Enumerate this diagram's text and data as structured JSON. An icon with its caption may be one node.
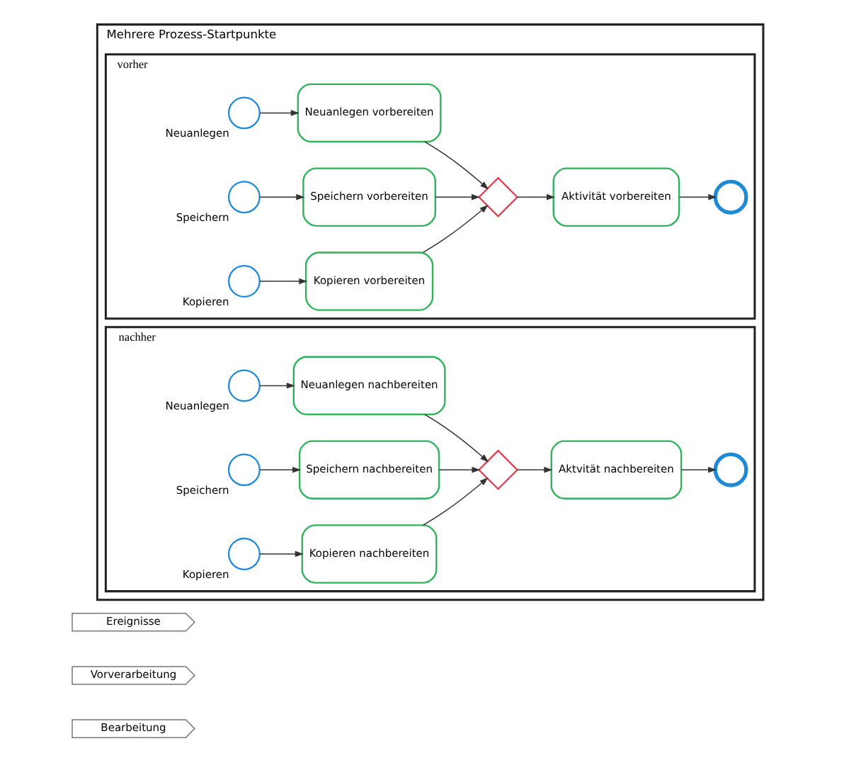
{
  "diagram": {
    "nodes": [
      {
        "text": [
          "Ereignisse"
        ]
      },
      {
        "text": [
          "Vorverarbeitung"
        ]
      },
      {
        "text": [
          "Bearbeitung"
        ]
      },
      {
        "text": [
          "Mehrere Prozess-Startpunkte"
        ]
      },
      {
        "text": [
          "vorher"
        ],
        "in": 3
      },
      {
        "text": [],
        "shape": "circle",
        "beside": [
          "Neuanlegen"
        ],
        "in": 4
      },
      {
        "text": [
          "Neuanlegen vorbereiten"
        ],
        "in": 4
      },
      {
        "text": [],
        "shape": "circle",
        "beside": [
          "Speichern"
        ],
        "in": 4
      },
      {
        "text": [
          "Speichern vorbereiten"
        ],
        "in": 4
      },
      {
        "text": [],
        "shape": "circle",
        "beside": [
          "Kopieren"
        ],
        "in": 4
      },
      {
        "text": [
          "Kopieren vorbereiten"
        ],
        "in": 4
      },
      {
        "text": [],
        "shape": "diamond",
        "in": 4
      },
      {
        "text": [
          "Aktivität vorbereiten"
        ],
        "in": 4
      },
      {
        "text": [],
        "shape": "circle",
        "in": 4
      },
      {
        "text": [
          "nachher"
        ],
        "in": 3
      },
      {
        "text": [],
        "shape": "circle",
        "beside": [
          "Neuanlegen"
        ],
        "in": 14
      },
      {
        "text": [
          "Neuanlegen nachbereiten"
        ],
        "in": 14
      },
      {
        "text": [],
        "shape": "circle",
        "beside": [
          "Speichern"
        ],
        "in": 14
      },
      {
        "text": [
          "Speichern nachbereiten"
        ],
        "in": 14
      },
      {
        "text": [],
        "shape": "circle",
        "beside": [
          "Kopieren"
        ],
        "in": 14
      },
      {
        "text": [
          "Kopieren nachbereiten"
        ],
        "in": 14
      },
      {
        "text": [],
        "shape": "diamond",
        "in": 14
      },
      {
        "text": [
          "Aktvität nachbereiten"
        ],
        "in": 14
      },
      {
        "text": [],
        "shape": "circle",
        "in": 14
      }
    ],
    "edges": [
      {
        "from": 5,
        "to": 6,
        "arrow": "to"
      },
      {
        "from": 7,
        "to": 8,
        "arrow": "to"
      },
      {
        "from": 9,
        "to": 10,
        "arrow": "to"
      },
      {
        "from": 6,
        "to": 11,
        "arrow": "to"
      },
      {
        "from": 8,
        "to": 11,
        "arrow": "to"
      },
      {
        "from": 10,
        "to": 11,
        "arrow": "to"
      },
      {
        "from": 11,
        "to": 12,
        "arrow": "to"
      },
      {
        "from": 12,
        "to": 13,
        "arrow": "to"
      },
      {
        "from": 15,
        "to": 16,
        "arrow": "to"
      },
      {
        "from": 17,
        "to": 18,
        "arrow": "to"
      },
      {
        "from": 19,
        "to": 20,
        "arrow": "to"
      },
      {
        "from": 16,
        "to": 21,
        "arrow": "to"
      },
      {
        "from": 18,
        "to": 21,
        "arrow": "to"
      },
      {
        "from": 20,
        "to": 21,
        "arrow": "to"
      },
      {
        "from": 21,
        "to": 22,
        "arrow": "to"
      },
      {
        "from": 22,
        "to": 23,
        "arrow": "to"
      }
    ]
  }
}
